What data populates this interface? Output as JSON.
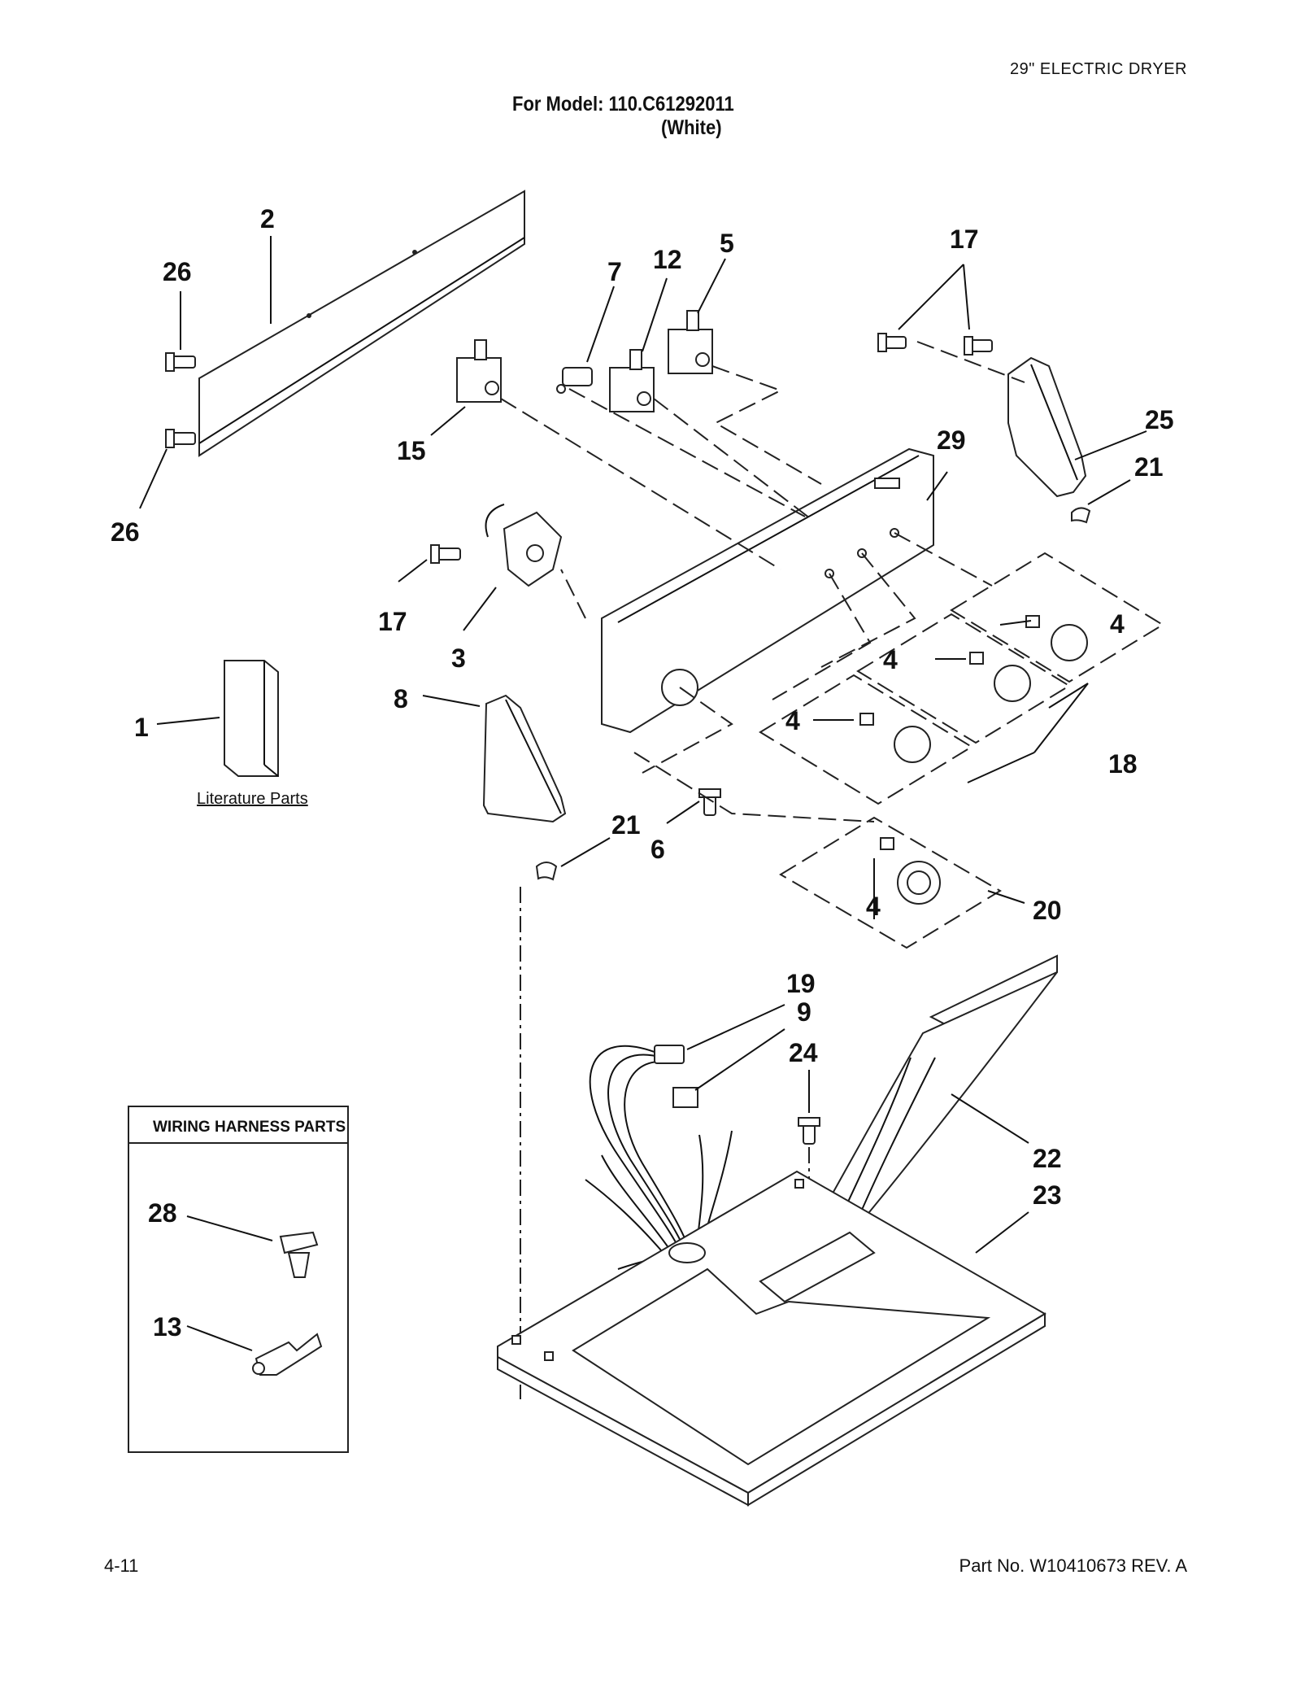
{
  "header": {
    "product": "29\" ELECTRIC DRYER",
    "model_line": "For Model: 110.C61292011",
    "color": "(White)"
  },
  "footer": {
    "page_number": "4-11",
    "part_number": "Part No. W10410673 REV. A"
  },
  "labels": {
    "literature": "Literature Parts",
    "wiring_harness": "WIRING HARNESS PARTS"
  },
  "callouts": {
    "c2": "2",
    "c26a": "26",
    "c26b": "26",
    "c7": "7",
    "c12": "12",
    "c5": "5",
    "c15": "15",
    "c17a": "17",
    "c25": "25",
    "c21a": "21",
    "c29": "29",
    "c17b": "17",
    "c3": "3",
    "c1": "1",
    "c8": "8",
    "c4a": "4",
    "c4b": "4",
    "c4c": "4",
    "c4d": "4",
    "c18": "18",
    "c21b": "21",
    "c6": "6",
    "c20": "20",
    "c19": "19",
    "c9": "9",
    "c24": "24",
    "c22": "22",
    "c23": "23",
    "c28": "28",
    "c13": "13"
  }
}
